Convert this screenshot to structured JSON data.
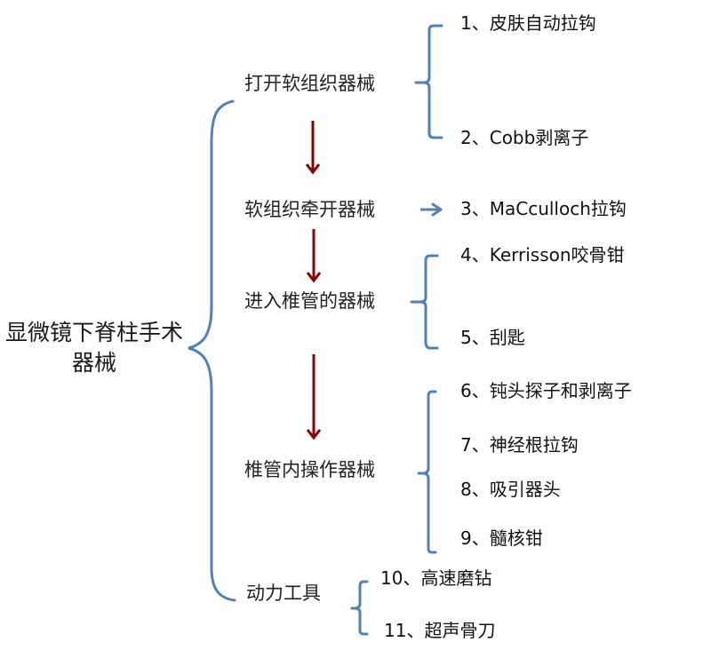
{
  "colors": {
    "bracket": "#4f81bd",
    "flow_arrow": "#8b0000",
    "side_arrow": "#4f81bd",
    "text": "#1a1a1a"
  },
  "root": {
    "label": "显微镜下脊柱手术器械"
  },
  "categories": [
    {
      "label": "打开软组织器械",
      "items": [
        "1、皮肤自动拉钩",
        "2、Cobb剥离子"
      ]
    },
    {
      "label": "软组织牵开器械",
      "items": [
        "3、MaCculloch拉钩"
      ]
    },
    {
      "label": "进入椎管的器械",
      "items": [
        "4、Kerrisson咬骨钳",
        "5、刮匙"
      ]
    },
    {
      "label": "椎管内操作器械",
      "items": [
        "6、钝头探子和剥离子",
        "7、神经根拉钩",
        "8、吸引器头",
        "9、髓核钳"
      ]
    },
    {
      "label": "动力工具",
      "items": [
        "10、高速磨钻",
        "11、超声骨刀"
      ]
    }
  ]
}
